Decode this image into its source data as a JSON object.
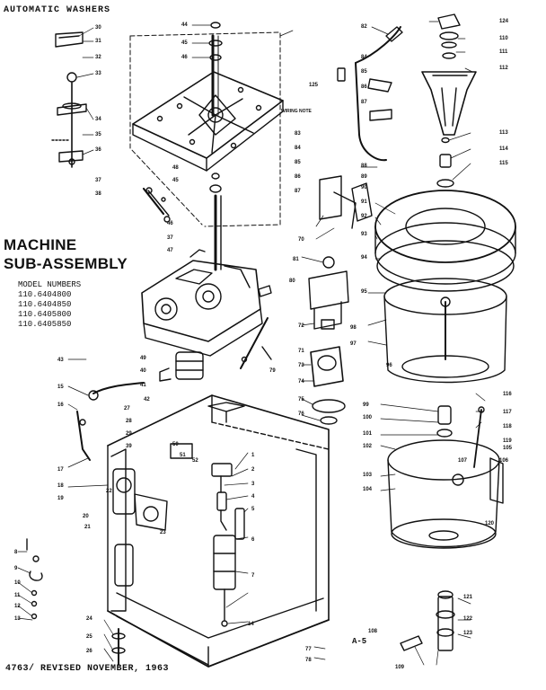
{
  "header": {
    "text": "AUTOMATIC WASHERS"
  },
  "title": {
    "line1": "MACHINE",
    "line2": "SUB-ASSEMBLY"
  },
  "model_numbers": {
    "heading": "MODEL NUMBERS",
    "items": [
      "110.6404800",
      "110.6404850",
      "110.6405800",
      "110.6405850"
    ]
  },
  "footer": {
    "text": "4763/ REVISED NOVEMBER, 1963"
  },
  "page_number": "A-5",
  "note": "WIRING NOTE",
  "part_numbers": [
    "30",
    "31",
    "32",
    "33",
    "34",
    "35",
    "36",
    "37",
    "38",
    "37",
    "44",
    "45",
    "46",
    "48",
    "45",
    "46",
    "47",
    "124",
    "110",
    "111",
    "112",
    "113",
    "114",
    "115",
    "82",
    "84",
    "85",
    "86",
    "87",
    "125",
    "83",
    "84",
    "85",
    "86",
    "87",
    "88",
    "89",
    "90",
    "91",
    "92",
    "93",
    "94",
    "95",
    "96",
    "97",
    "98",
    "99",
    "100",
    "101",
    "102",
    "103",
    "104",
    "105",
    "106",
    "107",
    "108",
    "109",
    "116",
    "117",
    "118",
    "119",
    "120",
    "121",
    "122",
    "123",
    "43",
    "15",
    "16",
    "17",
    "18",
    "19",
    "20",
    "21",
    "22",
    "23",
    "24",
    "25",
    "26",
    "27",
    "28",
    "29",
    "39",
    "40",
    "41",
    "42",
    "49",
    "50",
    "51",
    "52",
    "1",
    "2",
    "3",
    "4",
    "5",
    "6",
    "7",
    "8",
    "9",
    "10",
    "11",
    "12",
    "13",
    "14",
    "70",
    "71",
    "72",
    "73",
    "74",
    "75",
    "76",
    "77",
    "78",
    "79",
    "80",
    "81"
  ]
}
